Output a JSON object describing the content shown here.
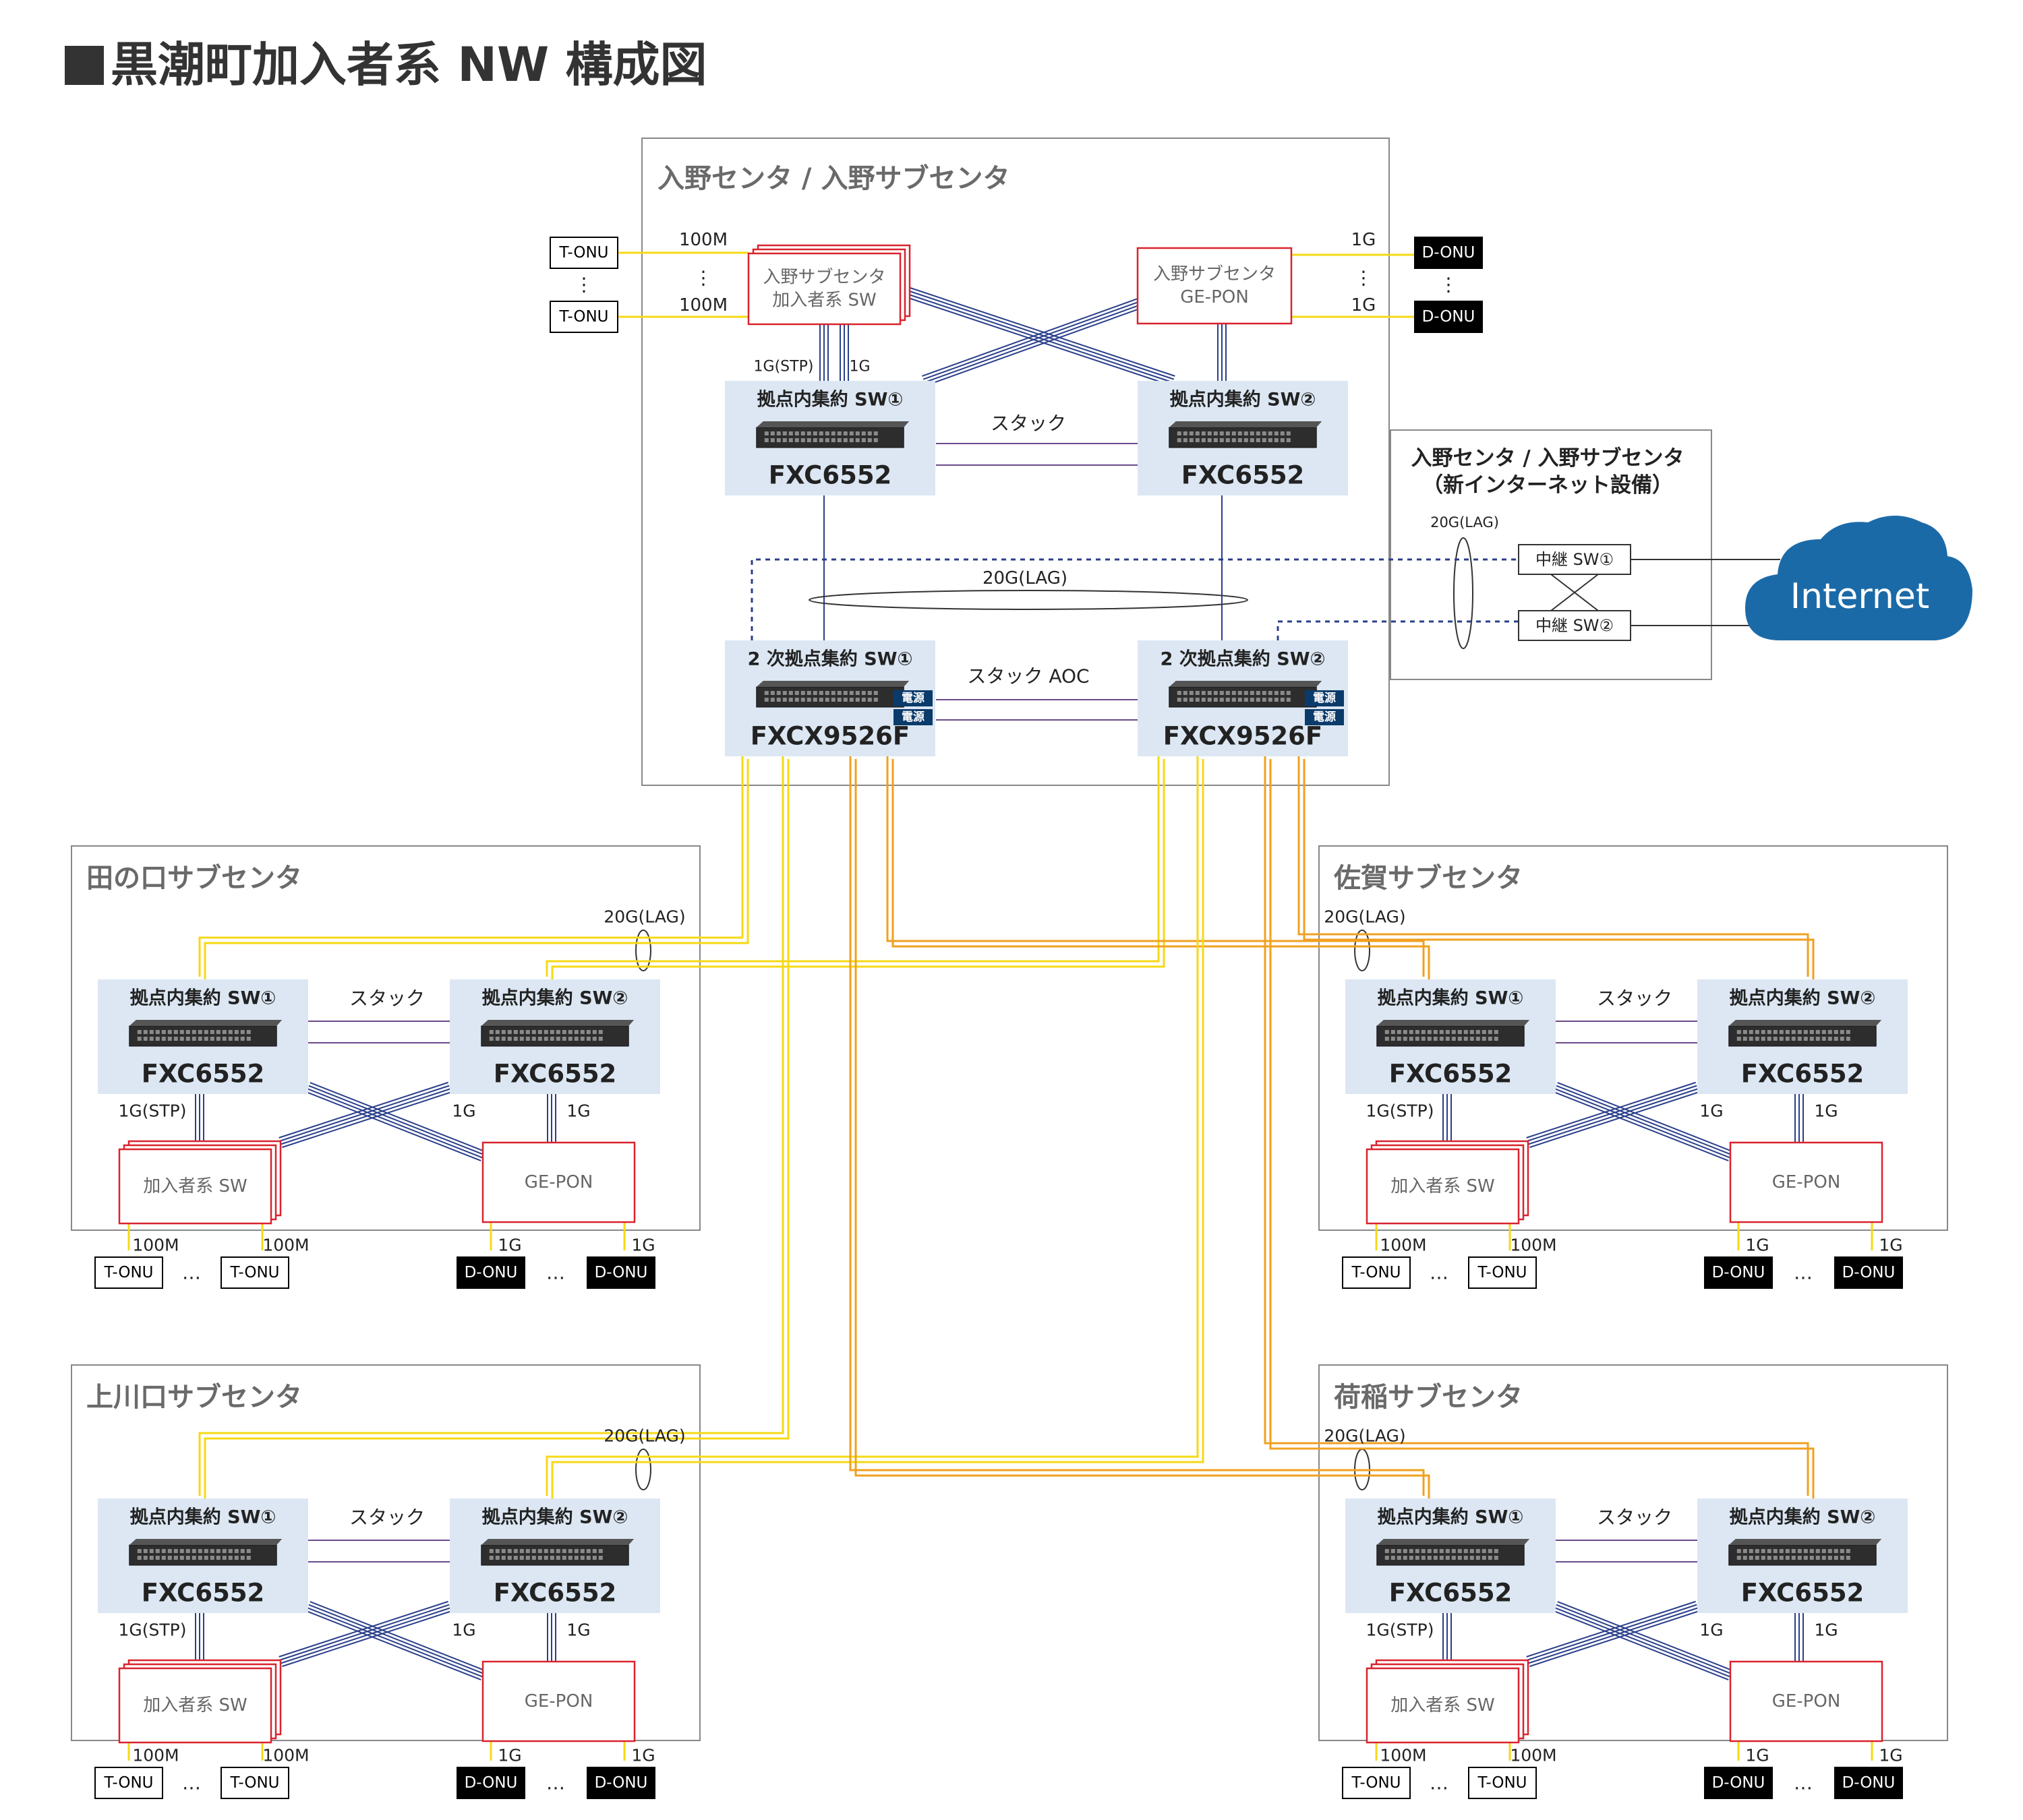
{
  "title": "黒潮町加入者系 NW 構成図",
  "main": {
    "name": "入野センタ / 入野サブセンタ",
    "sub_sw": "入野サブセンタ\n加入者系 SW",
    "sub_pon": "入野サブセンタ\nGE-PON",
    "agg1": {
      "label": "拠点内集約 SW①",
      "model": "FXC6552"
    },
    "agg2": {
      "label": "拠点内集約 SW②",
      "model": "FXC6552"
    },
    "core1": {
      "label": "2 次拠点集約 SW①",
      "model": "FXCX9526F"
    },
    "core2": {
      "label": "2 次拠点集約 SW②",
      "model": "FXCX9526F"
    },
    "power": "電源",
    "stack": "スタック",
    "stack_aoc": "スタック AOC",
    "lag": "20G(LAG)",
    "link_stp": "1G(STP)",
    "link_1g": "1G",
    "link_100m": "100M",
    "t_onu": "T-ONU",
    "d_onu": "D-ONU",
    "dots": "⋮"
  },
  "internet_box": {
    "title": "入野センタ / 入野サブセンタ\n（新インターネット設備）",
    "lag": "20G(LAG)",
    "relay1": "中継 SW①",
    "relay2": "中継 SW②"
  },
  "cloud": {
    "label": "Internet",
    "color": "#1b6aa8"
  },
  "subcenters": [
    {
      "name": "田の口サブセンタ",
      "lag": "20G(LAG)"
    },
    {
      "name": "佐賀サブセンタ",
      "lag": "20G(LAG)"
    },
    {
      "name": "上川口サブセンタ",
      "lag": "20G(LAG)"
    },
    {
      "name": "荷稲サブセンタ",
      "lag": "20G(LAG)"
    }
  ],
  "common": {
    "agg1": "拠点内集約 SW①",
    "agg2": "拠点内集約 SW②",
    "model": "FXC6552",
    "stack": "スタック",
    "sub_sw": "加入者系 SW",
    "gepon": "GE-PON",
    "link_stp": "1G(STP)",
    "link_1g": "1G",
    "link_100m": "100M",
    "t_onu": "T-ONU",
    "d_onu": "D-ONU",
    "dots": "…"
  },
  "colors": {
    "fiber_yellow": "#f5d915",
    "fiber_orange": "#f0a020",
    "uplink_blue": "#2a3f8a",
    "stack_purple": "#6a4a8a",
    "switch_panel": "#dce7f3",
    "subscriber_red": "#d9232e",
    "power_badge": "#0b3b6b"
  }
}
